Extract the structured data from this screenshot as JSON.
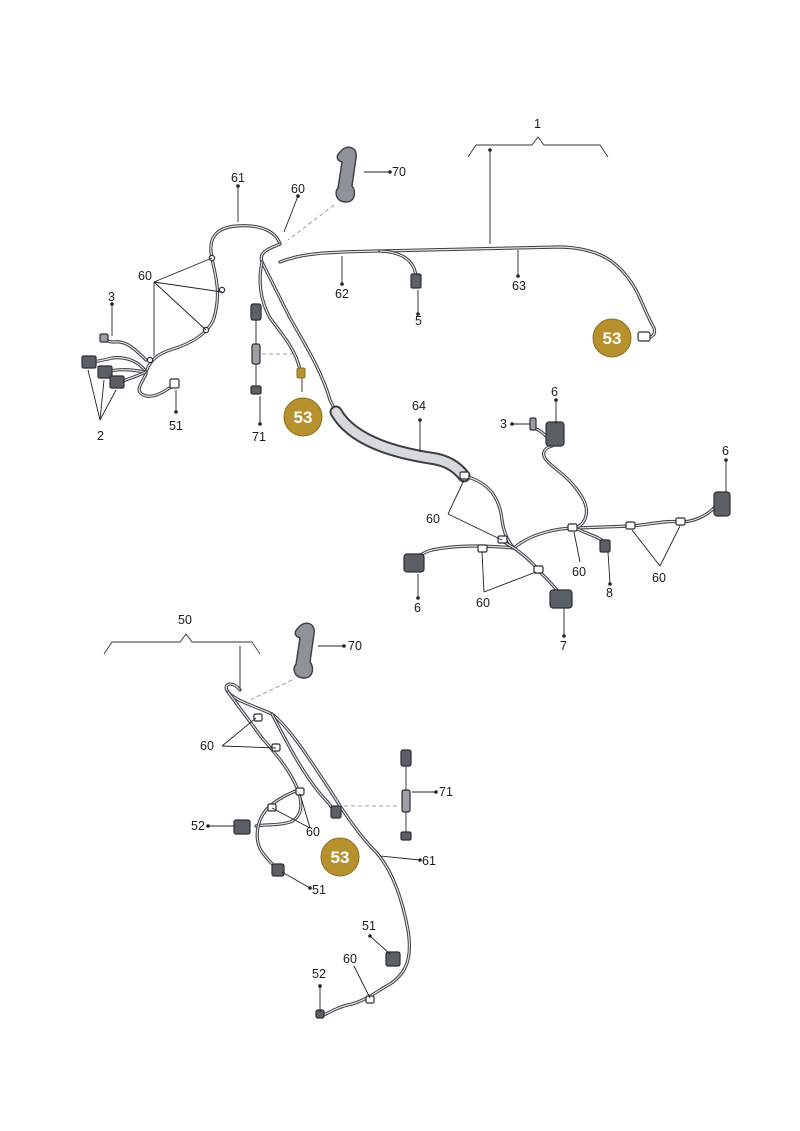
{
  "labels": {
    "l1": "1",
    "l2": "2",
    "l3a": "3",
    "l3b": "3",
    "l5": "5",
    "l6a": "6",
    "l6b": "6",
    "l6c": "6",
    "l7": "7",
    "l8": "8",
    "l50": "50",
    "l51a": "51",
    "l51b": "51",
    "l51c": "51",
    "l52a": "52",
    "l52b": "52",
    "l60a": "60",
    "l60b": "60",
    "l60c": "60",
    "l60d": "60",
    "l60e": "60",
    "l60f": "60",
    "l60g": "60",
    "l60h": "60",
    "l60i": "60",
    "l61a": "61",
    "l61b": "61",
    "l62": "62",
    "l63": "63",
    "l64": "64",
    "l70a": "70",
    "l70b": "70",
    "l71a": "71",
    "l71b": "71"
  },
  "badges": {
    "b1": "53",
    "b2": "53",
    "b3": "53"
  },
  "colors": {
    "badge": "#b8912f",
    "wire": "#3a3d42"
  }
}
